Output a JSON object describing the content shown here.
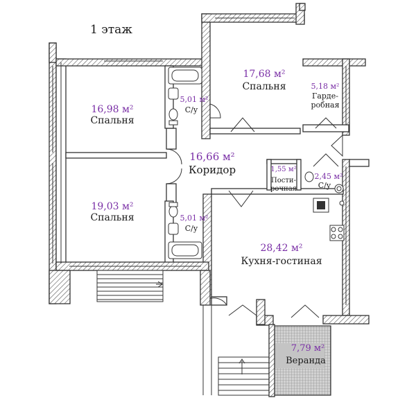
{
  "plan": {
    "title": "1 этаж",
    "rooms": [
      {
        "id": "bedroom-top-left",
        "area": "16,98 м²",
        "name": "Спальня"
      },
      {
        "id": "bedroom-bottom-left",
        "area": "19,03 м²",
        "name": "Спальня"
      },
      {
        "id": "bedroom-top",
        "area": "17,68 м²",
        "name": "Спальня"
      },
      {
        "id": "wardrobe",
        "area": "5,18 м²",
        "name_line1": "Гарде-",
        "name_line2": "робная"
      },
      {
        "id": "bath-top",
        "area": "5,01 м²",
        "name": "С/у"
      },
      {
        "id": "bath-bottom",
        "area": "5,01 м²",
        "name": "С/у"
      },
      {
        "id": "corridor",
        "area": "16,66 м²",
        "name": "Коридор"
      },
      {
        "id": "linen",
        "area": "1,55 м²",
        "name_line1": "Пости-",
        "name_line2": "рочная"
      },
      {
        "id": "wc-small",
        "area": "2,45 м²",
        "name": "С/у"
      },
      {
        "id": "kitchen-living",
        "area": "28,42 м²",
        "name": "Кухня-гостиная"
      },
      {
        "id": "veranda",
        "area": "7,79 м²",
        "name": "Веранда"
      }
    ],
    "colors": {
      "area_text": "#7a2fa6",
      "wall_stroke": "#333333",
      "veranda_fill": "#cfcfcf"
    }
  }
}
